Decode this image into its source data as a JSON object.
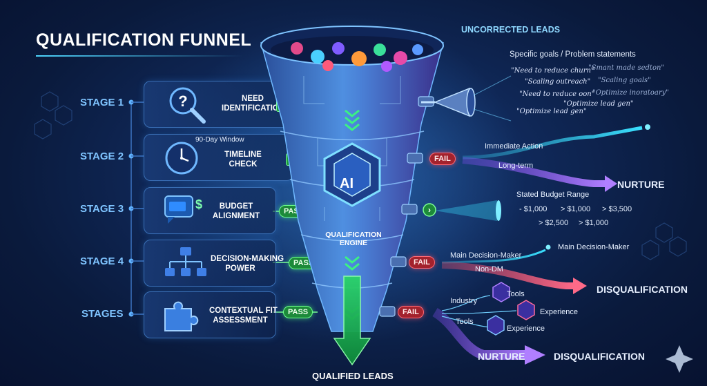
{
  "title": "QUALIFICATION FUNNEL",
  "top_label": "UNCORRECTED LEADS",
  "engine": {
    "ai": "AI",
    "line1": "QUALIFICATION",
    "line2": "ENGINE"
  },
  "bottom_label": "QUALIFIED LEADS",
  "stages": [
    {
      "label": "STAGE 1",
      "title_line1": "NEED",
      "title_line2": "IDENTIFICATION"
    },
    {
      "label": "STAGE 2",
      "title_line1": "TIMELINE",
      "title_line2": "CHECK",
      "window": "90-Day Window"
    },
    {
      "label": "STAGE 3",
      "title_line1": "BUDGET",
      "title_line2": "ALIGNMENT",
      "badge": "PASS"
    },
    {
      "label": "STAGE 4",
      "title_line1": "DECISION-MAKING",
      "title_line2": "POWER",
      "badge": "PASS"
    },
    {
      "label": "STAGES",
      "title_line1": "CONTEXTUAL FIT",
      "title_line2": "ASSESSMENT",
      "badge": "PASS"
    }
  ],
  "right": {
    "goals_heading": "Specific goals / Problem statements",
    "quotes": [
      "\"Need to reduce churn\"",
      "\"Smant made sedton\"",
      "\"Scaling outreach\"",
      "\"Scaling goals\"",
      "\"Need to reduce oon\"",
      "\"Optimize inoratoary\"",
      "\"Optimize lead gen\"",
      "\"Optimize lead gen\""
    ],
    "fail_label": "FAIL",
    "immediate": "Immediate Action",
    "longterm": "Long-term",
    "nurture": "NURTURE",
    "budget_heading": "Stated Budget Range",
    "budgets": [
      "- $1,000",
      "> $1,000",
      "> $3,500",
      "> $2,500",
      "> $1,000"
    ],
    "main_dm_1": "Main Decision-Maker",
    "main_dm_2": "Main Decision-Maker",
    "non_dm": "Non-DM",
    "disqualification": "DISQUALIFICATION",
    "industry": "Industry",
    "tools_1": "Tools",
    "experience_1": "Experience",
    "tools_2": "Tools",
    "experience_2": "Experience",
    "nurture_bottom": "NURTURE",
    "disq_bottom": "DISQUALIFICATION"
  },
  "colors": {
    "accent": "#4fd6ff",
    "pass": "#1d8a3a",
    "fail": "#a3222d",
    "nurture": "#8a4fff",
    "disq": "#ff4f6a"
  }
}
